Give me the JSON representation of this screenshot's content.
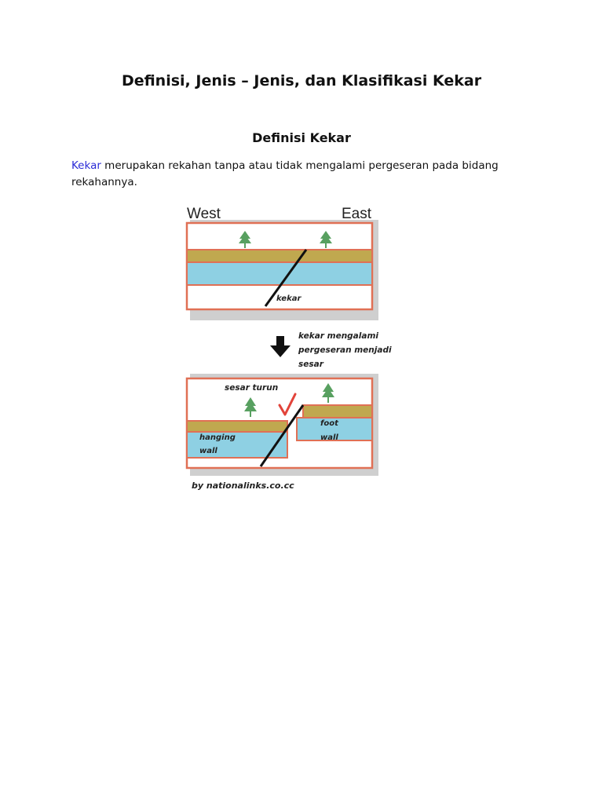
{
  "document": {
    "title": "Definisi, Jenis – Jenis, dan Klasifikasi Kekar",
    "section_heading": "Definisi Kekar",
    "paragraph": {
      "link_text": "Kekar",
      "text": " merupakan rekahan tanpa atau tidak mengalami pergeseran pada bidang rekahannya."
    }
  },
  "figure": {
    "top_diagram": {
      "west_label": "West",
      "east_label": "East",
      "fault_label": "kekar"
    },
    "arrow_caption": [
      "kekar mengalami",
      "pergeseran menjadi",
      "sesar"
    ],
    "bottom_diagram": {
      "fault_label": "sesar turun",
      "foot_wall_label": [
        "foot",
        "wall"
      ],
      "hanging_wall_label": [
        "hanging",
        "wall"
      ]
    },
    "credit": "by nationalinks.co.cc"
  },
  "colors": {
    "link": "#2b2bd6",
    "frame_red": "#e07055",
    "olive_layer": "#c0a84f",
    "water_layer": "#8ed0e3",
    "tree_green": "#58a060",
    "check_red": "#e2433a"
  }
}
